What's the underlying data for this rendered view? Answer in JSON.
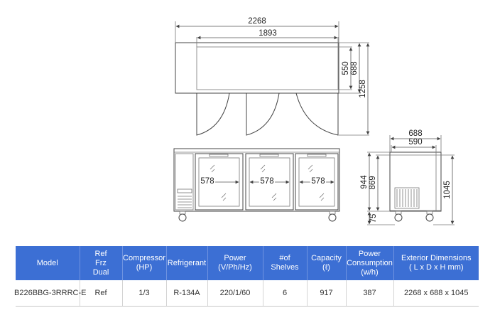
{
  "drawing": {
    "top_view": {
      "overall_width": "2268",
      "inner_width": "1893",
      "depth_inner": "550",
      "depth_overall": "688",
      "depth_door_open": "1258"
    },
    "front_view": {
      "door_widths": [
        "578",
        "578",
        "578"
      ],
      "body_height": "944",
      "body_height_inner": "869",
      "caster_height": "75"
    },
    "side_view": {
      "depth_overall": "688",
      "depth_inner": "590",
      "total_height": "1045"
    }
  },
  "spec_table": {
    "headers": [
      [
        "Model"
      ],
      [
        "Ref",
        "Frz",
        "Dual"
      ],
      [
        "Compressor",
        "(HP)"
      ],
      [
        "Refrigerant"
      ],
      [
        "Power",
        "(V/Ph/Hz)"
      ],
      [
        "#of",
        "Shelves"
      ],
      [
        "Capacity",
        "(ℓ)"
      ],
      [
        "Power",
        "Consumption",
        "(w/h)"
      ],
      [
        "Exterior Dimensions",
        "( L x D x H mm)"
      ]
    ],
    "rows": [
      [
        "B226BBG-3RRRC-E",
        "Ref",
        "1/3",
        "R-134A",
        "220/1/60",
        "6",
        "917",
        "387",
        "2268 x 688 x 1045"
      ]
    ]
  },
  "colors": {
    "header_bg": "#3c6fd4",
    "header_text": "#ffffff",
    "line": "#444444"
  }
}
